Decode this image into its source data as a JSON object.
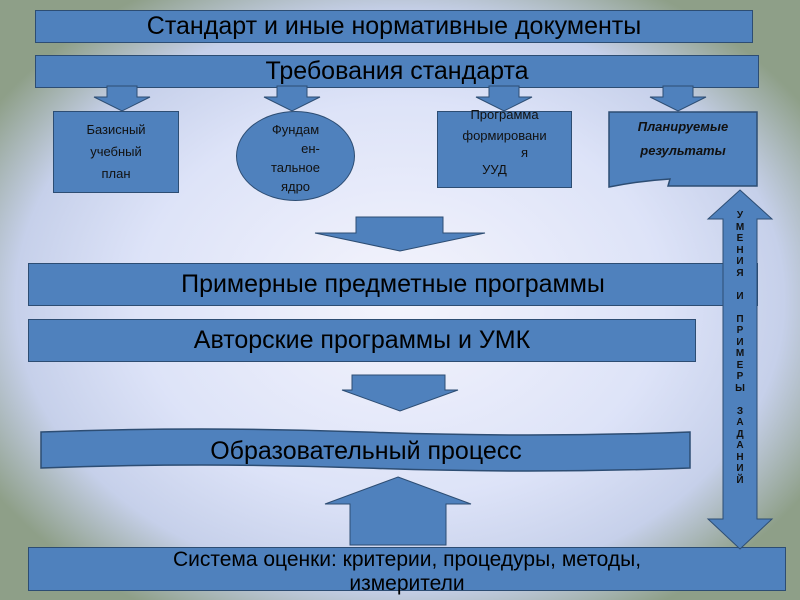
{
  "title": "Стандарт и иные нормативные документы",
  "requirements": "Требования стандарта",
  "components": [
    {
      "lines": [
        "Базисный",
        "учебный",
        "план"
      ]
    },
    {
      "lines": [
        "Фундам",
        "ен-",
        "тальное",
        "ядро"
      ]
    },
    {
      "lines": [
        "Программа",
        "формировани",
        "я",
        "УУД"
      ]
    },
    {
      "lines": [
        "Планируемые",
        "результаты"
      ]
    }
  ],
  "sample_programs": "Примерные предметные программы",
  "author_programs": "Авторские программы и УМК",
  "edu_process": "Образовательный процесс",
  "assessment": {
    "line1": "Система оценки: критерии, процедуры, методы,",
    "line2": "измерители"
  },
  "side_arrow_letters": [
    "У",
    "М",
    "Е",
    "Н",
    "И",
    "Я",
    "",
    "И",
    "",
    "П",
    "Р",
    "И",
    "М",
    "Е",
    "Р",
    "Ы",
    "",
    "З",
    "А",
    "Д",
    "А",
    "Н",
    "И",
    "Й"
  ],
  "colors": {
    "box": "#4f81bd",
    "border": "#2d4d73"
  }
}
